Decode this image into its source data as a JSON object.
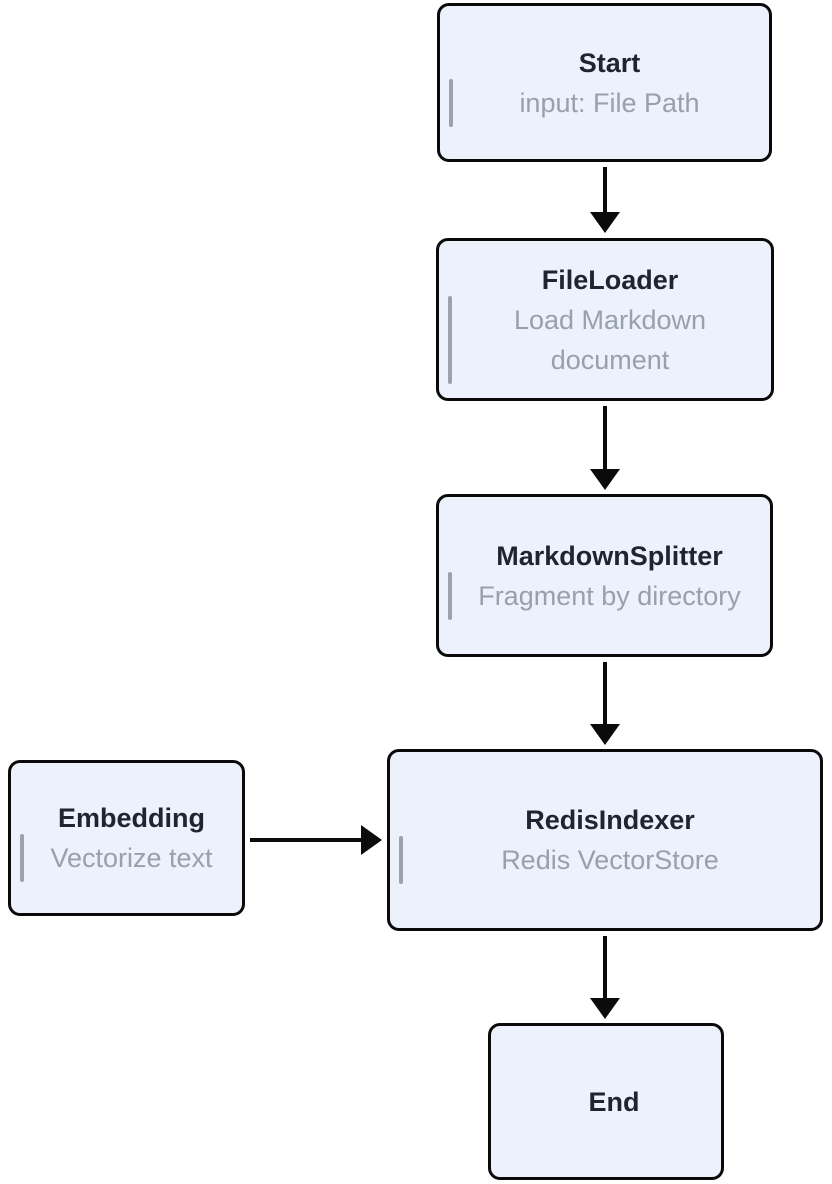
{
  "diagram": {
    "type": "flowchart",
    "direction": "top-down",
    "colors": {
      "background": "#FFFFFF",
      "node_fill": "#ECF1FB",
      "node_border": "#0A0A0A",
      "title_text": "#1E2430",
      "subtitle_text": "#98A0AC",
      "cursor_bar": "#9AA2AE",
      "edge": "#0B0B0B"
    }
  },
  "nodes": [
    {
      "id": "start",
      "title": "Start",
      "subtitle": "input: File Path"
    },
    {
      "id": "fileloader",
      "title": "FileLoader",
      "subtitle": "Load Markdown document"
    },
    {
      "id": "markdownsplitter",
      "title": "MarkdownSplitter",
      "subtitle": "Fragment by directory"
    },
    {
      "id": "embedding",
      "title": "Embedding",
      "subtitle": "Vectorize text"
    },
    {
      "id": "redisindexer",
      "title": "RedisIndexer",
      "subtitle": "Redis VectorStore"
    },
    {
      "id": "end",
      "title": "End",
      "subtitle": ""
    }
  ],
  "edges": [
    {
      "from": "start",
      "to": "fileloader",
      "direction": "down"
    },
    {
      "from": "fileloader",
      "to": "markdownsplitter",
      "direction": "down"
    },
    {
      "from": "markdownsplitter",
      "to": "redisindexer",
      "direction": "down"
    },
    {
      "from": "embedding",
      "to": "redisindexer",
      "direction": "right"
    },
    {
      "from": "redisindexer",
      "to": "end",
      "direction": "down"
    }
  ]
}
